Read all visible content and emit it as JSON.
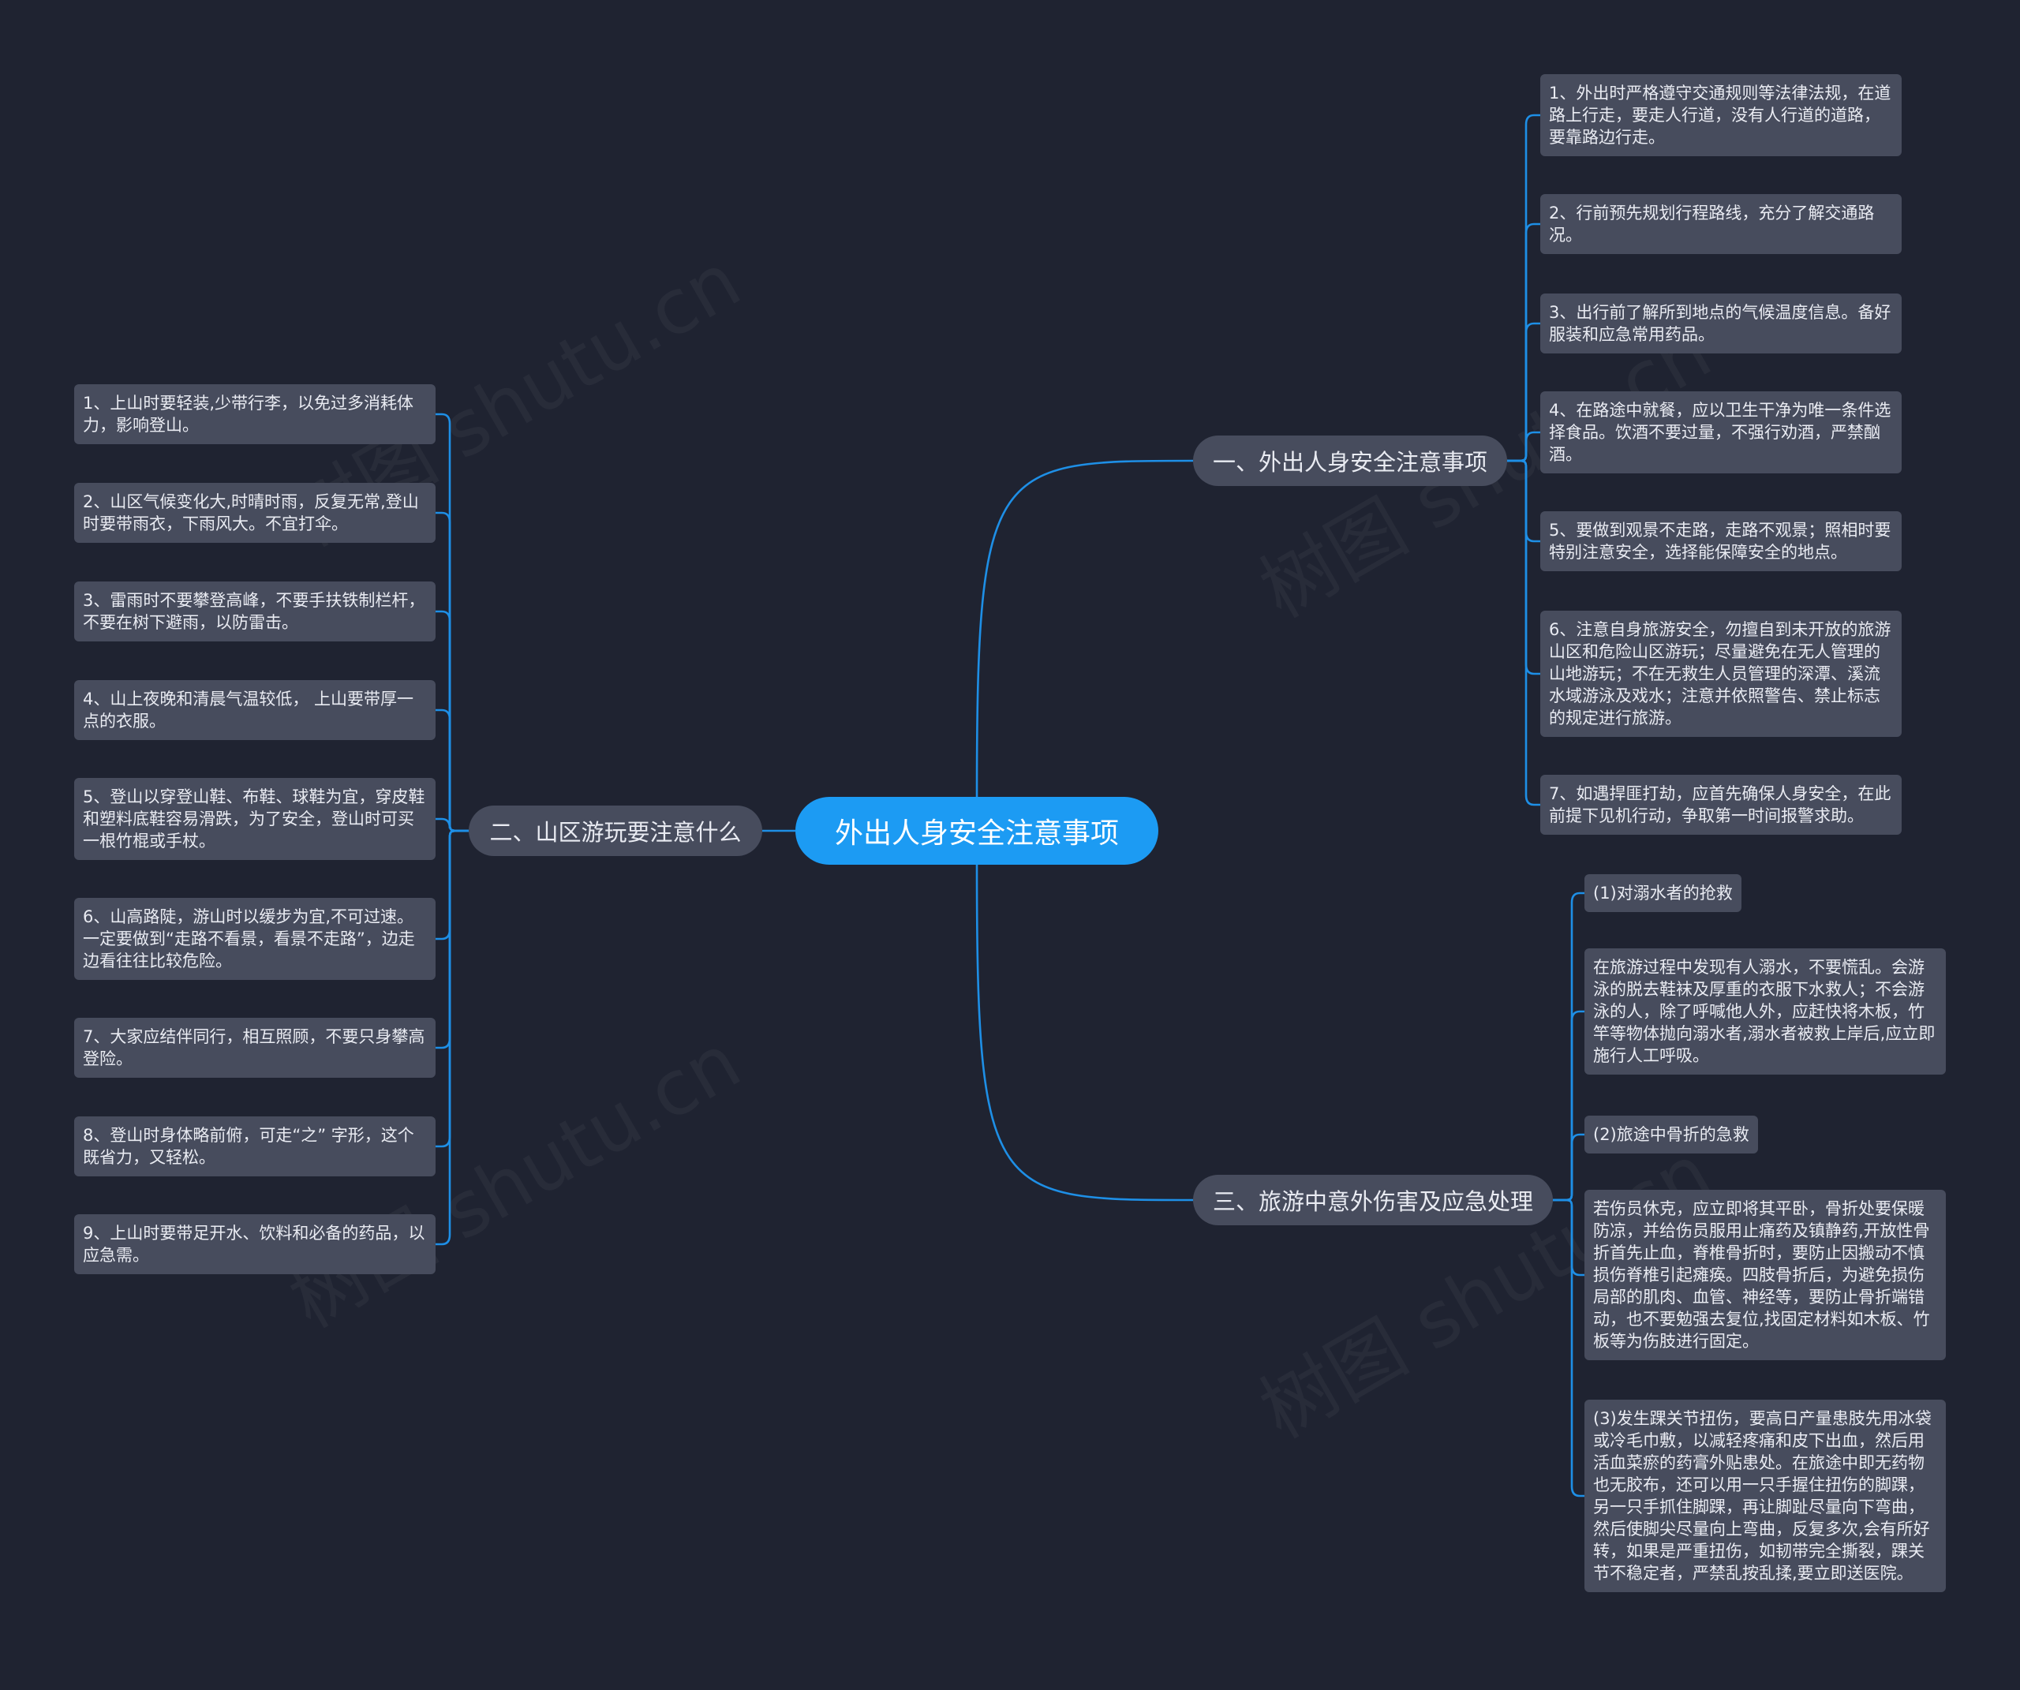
{
  "colors": {
    "background": "#1f2331",
    "root_fill": "#1c9bf3",
    "node_fill": "#474c5d",
    "connector": "#1e8fe6",
    "text": "#e9ebf2"
  },
  "root": {
    "label": "外出人身安全注意事项"
  },
  "branches": [
    {
      "label": "一、外出人身安全注意事项",
      "items": [
        "1、外出时严格遵守交通规则等法律法规，在道路上行走，要走人行道，没有人行道的道路，要靠路边行走。",
        "2、行前预先规划行程路线，充分了解交通路况。",
        "3、出行前了解所到地点的气候温度信息。备好服装和应急常用药品。",
        "4、在路途中就餐，应以卫生干净为唯一条件选择食品。饮酒不要过量，不强行劝酒，严禁酗酒。",
        "5、要做到观景不走路，走路不观景；照相时要特别注意安全，选择能保障安全的地点。",
        "6、注意自身旅游安全，勿擅自到未开放的旅游山区和危险山区游玩；尽量避免在无人管理的山地游玩；不在无救生人员管理的深潭、溪流水域游泳及戏水；注意并依照警告、禁止标志的规定进行旅游。",
        "7、如遇捍匪打劫，应首先确保人身安全，在此前提下见机行动，争取第一时间报警求助。"
      ]
    },
    {
      "label": "二、山区游玩要注意什么",
      "items": [
        "1、上山时要轻装,少带行李，以免过多消耗体力，影响登山。",
        "2、山区气候变化大,时晴时雨，反复无常,登山时要带雨衣，下雨风大。不宜打伞。",
        "3、雷雨时不要攀登高峰，不要手扶铁制栏杆，不要在树下避雨，以防雷击。",
        "4、山上夜晚和清晨气温较低， 上山要带厚一点的衣服。",
        "5、登山以穿登山鞋、布鞋、球鞋为宜，穿皮鞋和塑料底鞋容易滑跌，为了安全，登山时可买一根竹棍或手杖。",
        "6、山高路陡，游山时以缓步为宜,不可过速。一定要做到“走路不看景，看景不走路”，边走边看往往比较危险。",
        "7、大家应结伴同行，相互照顾，不要只身攀高登险。",
        "8、登山时身体略前俯，可走“之” 字形，这个既省力，又轻松。",
        "9、上山时要带足开水、饮料和必备的药品，以应急需。"
      ]
    },
    {
      "label": "三、旅游中意外伤害及应急处理",
      "items": [
        "(1)对溺水者的抢救",
        "在旅游过程中发现有人溺水，不要慌乱。会游泳的脱去鞋袜及厚重的衣服下水救人；不会游泳的人，除了呼喊他人外，应赶快将木板，竹竿等物体抛向溺水者,溺水者被救上岸后,应立即施行人工呼吸。",
        "(2)旅途中骨折的急救",
        "若伤员休克，应立即将其平卧，骨折处要保暖防凉，并给伤员服用止痛药及镇静药,开放性骨折首先止血，脊椎骨折时，要防止因搬动不慎损伤脊椎引起瘫痪。四肢骨折后，为避免损伤局部的肌肉、血管、神经等，要防止骨折端错动，也不要勉强去复位,找固定材料如木板、竹板等为伤肢进行固定。",
        "(3)发生踝关节扭伤，要高日产量患肢先用冰袋或冷毛巾敷，以减轻疼痛和皮下出血，然后用活血菜瘀的药膏外贴患处。在旅途中即无药物也无胶布，还可以用一只手握住扭伤的脚踝，另一只手抓住脚踝，再让脚趾尽量向下弯曲，然后使脚尖尽量向上弯曲，反复多次,会有所好转，如果是严重扭伤，如韧带完全撕裂，踝关节不稳定者，严禁乱按乱揉,要立即送医院。"
      ]
    }
  ]
}
